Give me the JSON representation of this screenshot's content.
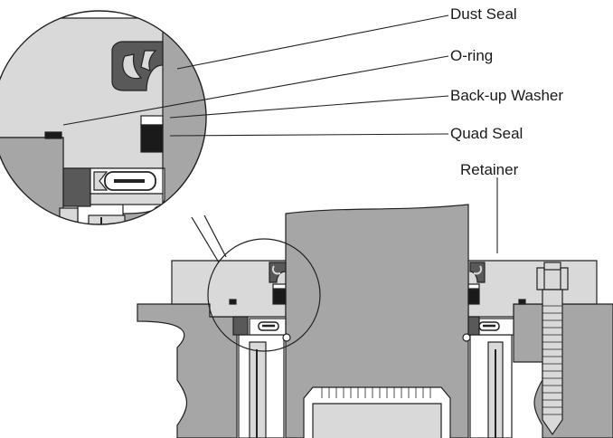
{
  "callouts": {
    "dust_seal": "Dust Seal",
    "o_ring": "O-ring",
    "backup_washer": "Back-up Washer",
    "quad_seal": "Quad Seal",
    "retainer": "Retainer"
  },
  "colors": {
    "light_gray": "#d9d9d9",
    "mid_gray": "#a6a6a6",
    "dark_gray": "#595959",
    "black": "#1a1a1a",
    "outline": "#222222"
  }
}
